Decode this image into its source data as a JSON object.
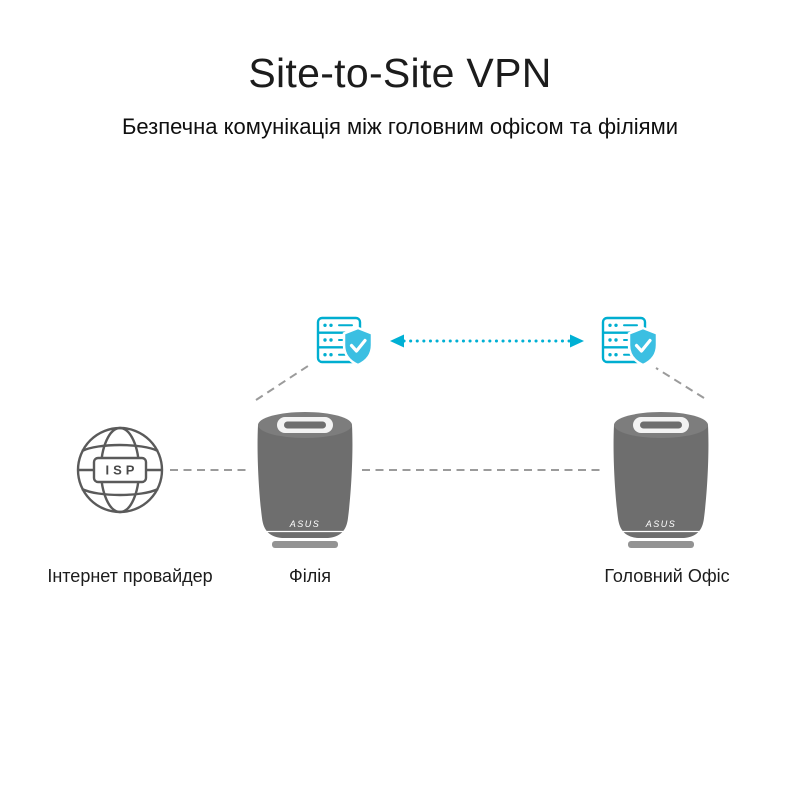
{
  "header": {
    "title": "Site-to-Site VPN",
    "subtitle": "Безпечна комунікація між головним офісом та філіями"
  },
  "diagram": {
    "nodes": {
      "isp": {
        "label": "Інтернет провайдер",
        "icon_text": "ISP"
      },
      "branch": {
        "label": "Філія",
        "device_brand": "ASUS"
      },
      "hq": {
        "label": "Головний Офіс",
        "device_brand": "ASUS"
      }
    },
    "colors": {
      "accent_cyan": "#00b0d4",
      "shield_cyan": "#3bbfe2",
      "device_gray": "#6e6e6e",
      "dashed_line_gray": "#9b9b9b",
      "text_dark": "#1c1c1c"
    }
  }
}
